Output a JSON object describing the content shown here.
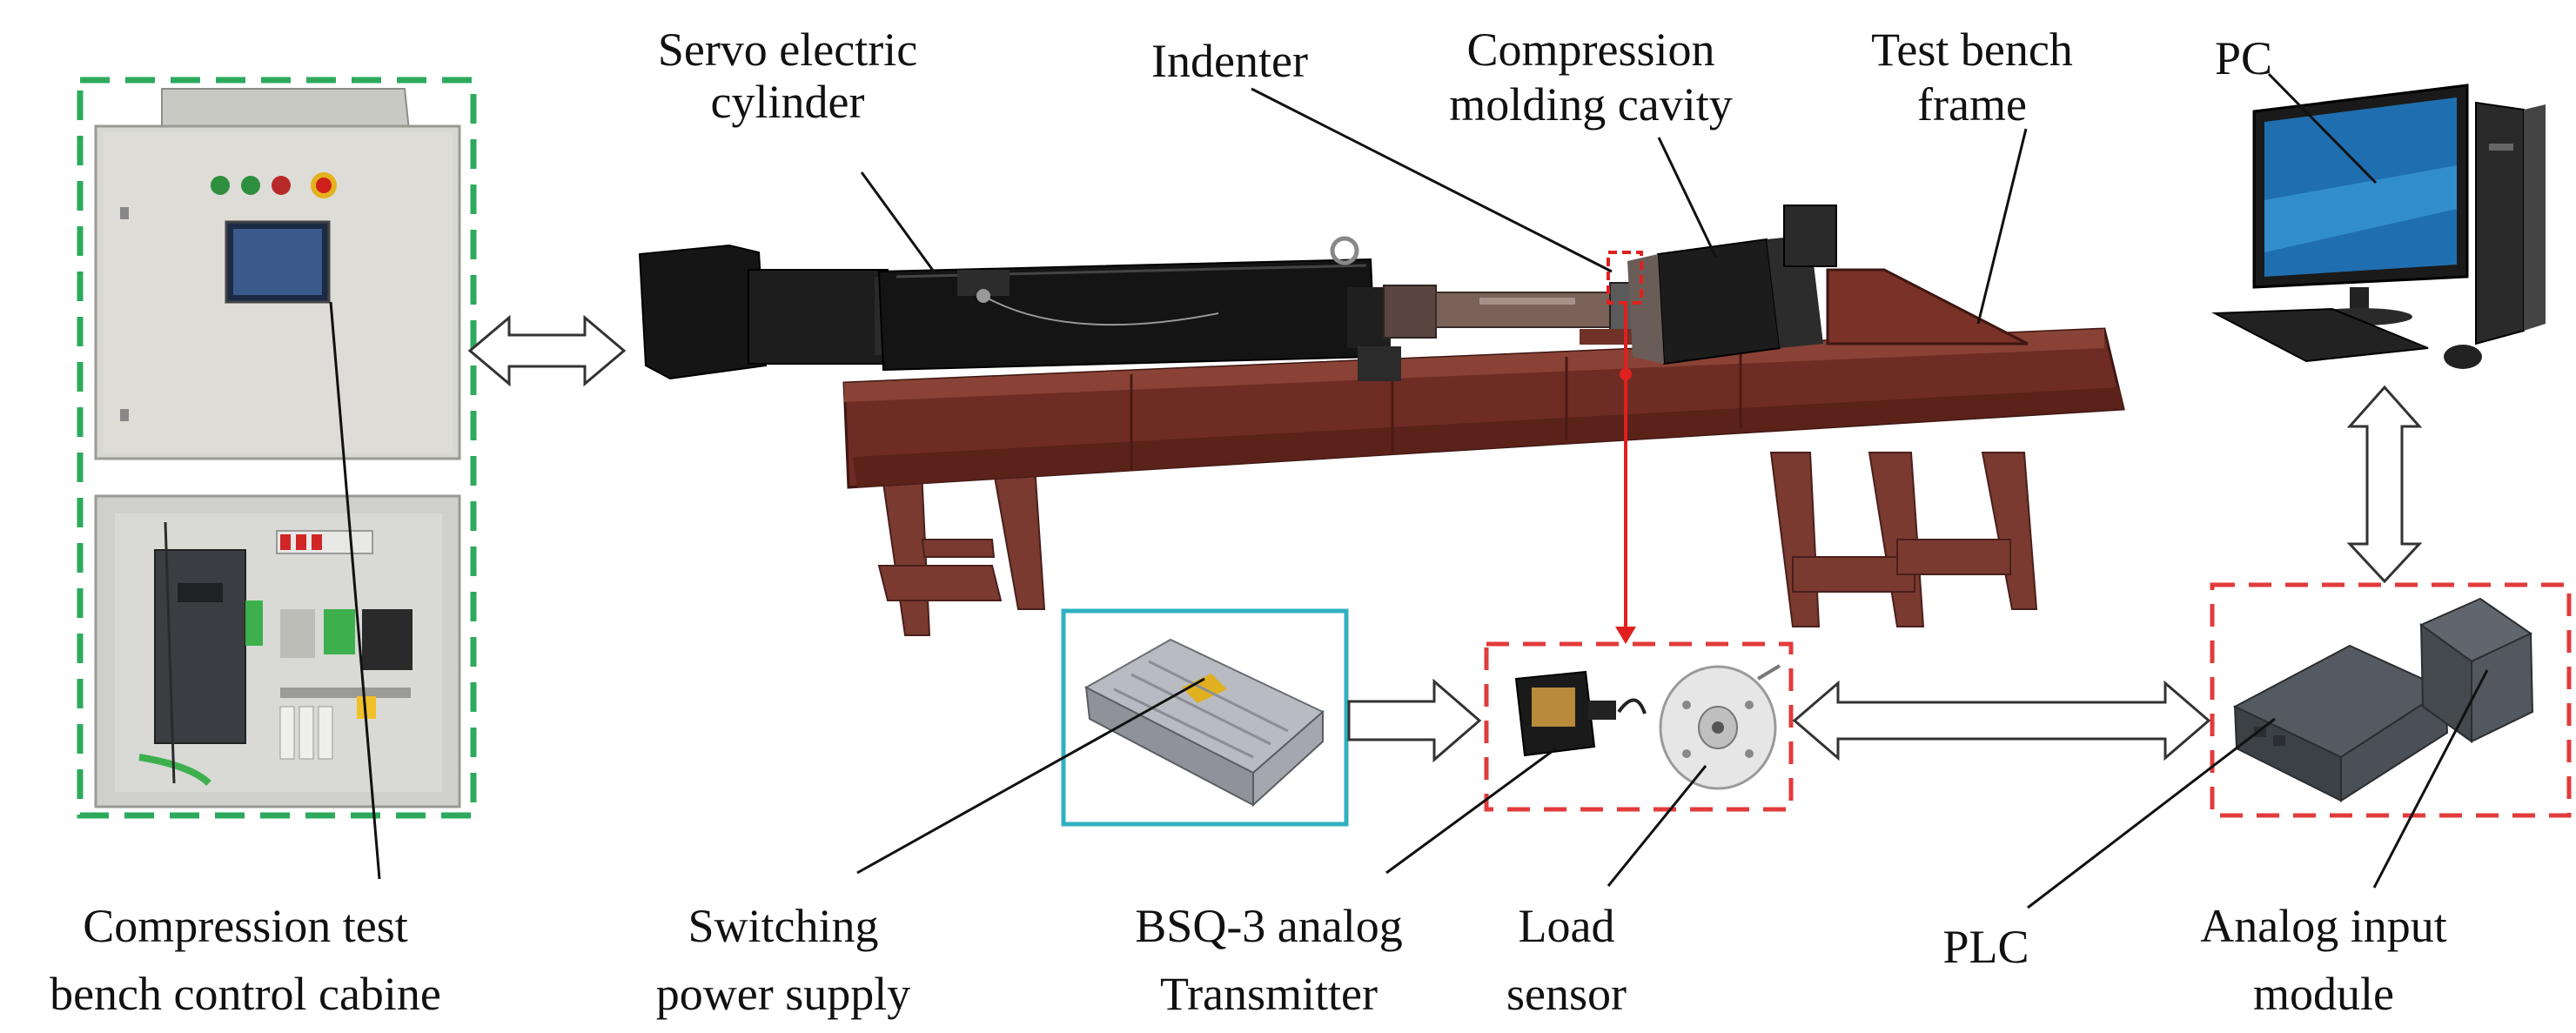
{
  "labels": {
    "servo_line1": "Servo electric",
    "servo_line2": "cylinder",
    "indenter": "Indenter",
    "compression_line1": "Compression",
    "compression_line2": "molding cavity",
    "frame_line1": "Test bench",
    "frame_line2": "frame",
    "pc": "PC",
    "cabinet_line1": "Compression test",
    "cabinet_line2": "bench control cabine",
    "power_line1": "Switching",
    "power_line2": "power supply",
    "transmitter_line1": "BSQ-3 analog",
    "transmitter_line2": "Transmitter",
    "load_line1": "Load",
    "load_line2": "sensor",
    "plc": "PLC",
    "analog_line1": "Analog input",
    "analog_line2": "module"
  },
  "colors": {
    "cabinet_border": "#2eaa5c",
    "power_border": "#30b0c0",
    "sensor_border": "#e23b3b",
    "plc_border": "#e23b3b",
    "frame_steel": "#6e2c24",
    "red_indicator": "#e0201e"
  }
}
